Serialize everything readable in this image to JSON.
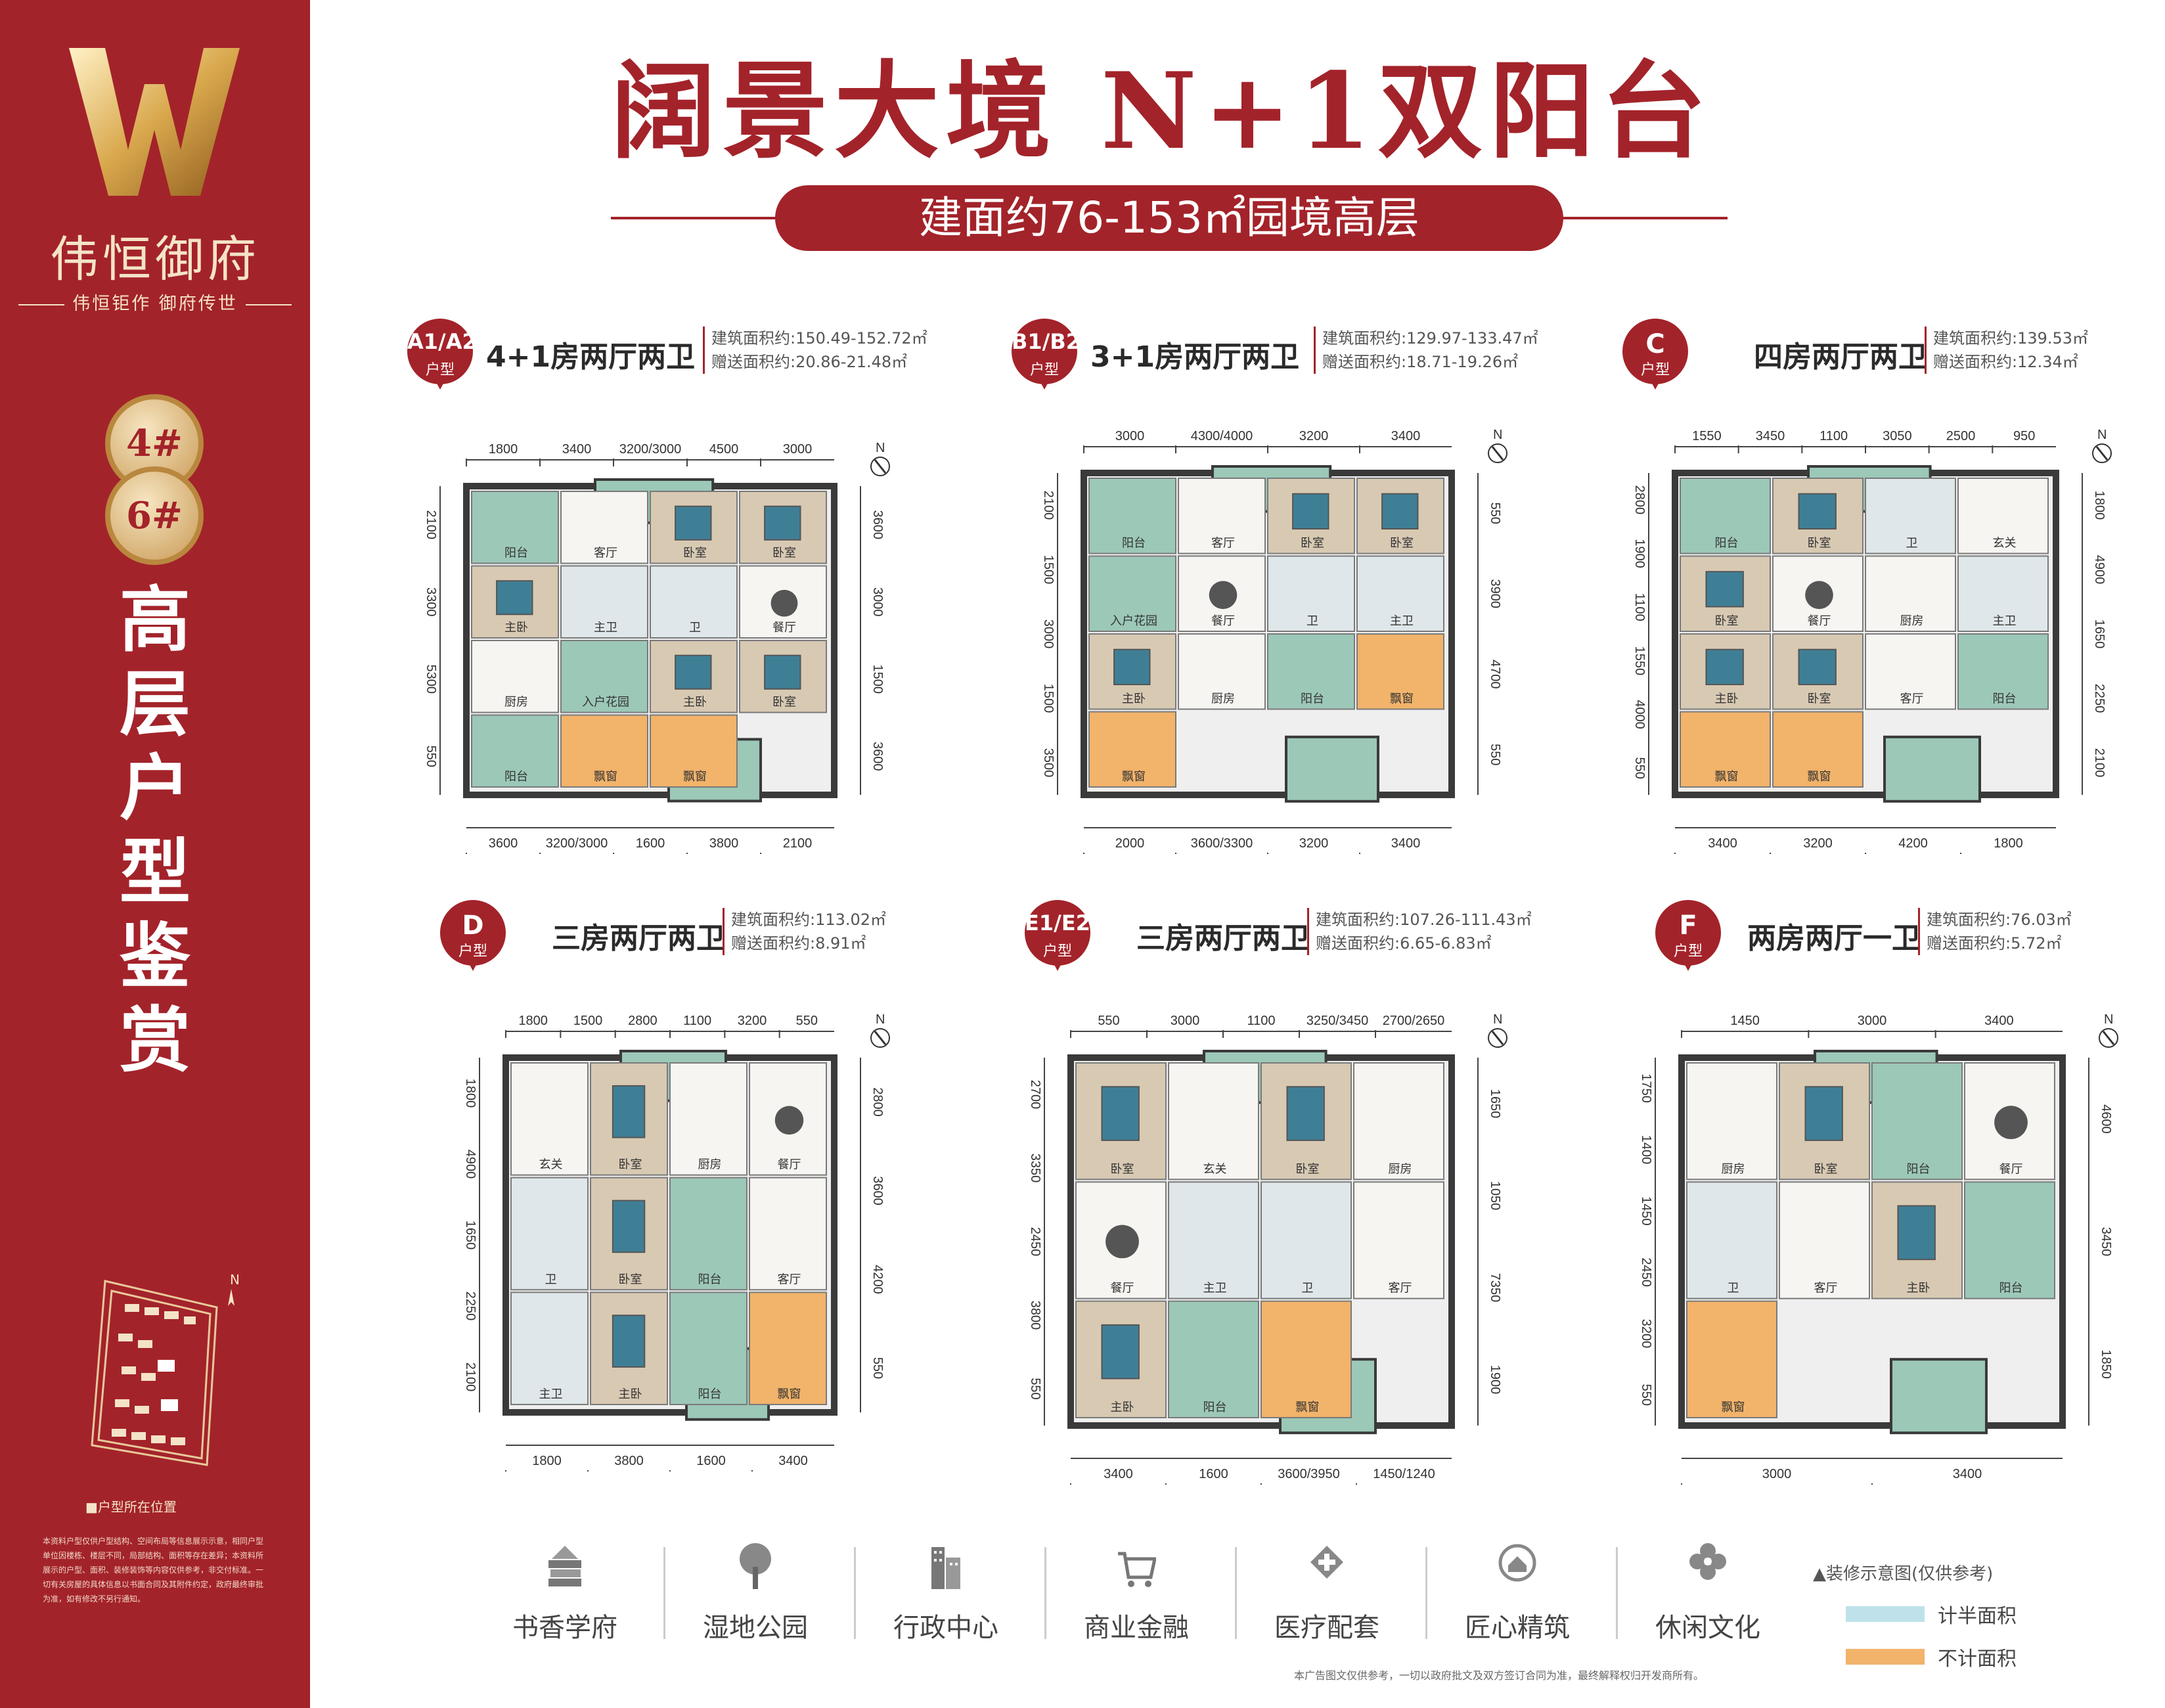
{
  "brand": {
    "logo_letter": "W",
    "name": "伟恒御府",
    "slogan": "伟恒钜作  御府传世"
  },
  "sidebar": {
    "building_a": "4#",
    "building_b": "6#",
    "vertical_title": [
      "高",
      "层",
      "户",
      "型",
      "鉴",
      "赏"
    ],
    "location_note": "■户型所在位置",
    "disclaimer": "本资料户型仅供户型结构、空间布局等信息展示示意，相同户型单位因楼栋、楼层不同，局部结构、面积等存在差异；本资料所展示的户型、面积、装修装饰等内容仅供参考，非交付标准。一切有关房屋的具体信息以书面合同及其附件约定，政府最终审批为准，如有修改不另行通知。"
  },
  "header": {
    "main_title": "阔景大境    N+1双阳台",
    "subtitle": "建面约76-153㎡园境高层"
  },
  "units": [
    {
      "code": "A1/A2",
      "sub": "户型",
      "title": "4+1房两厅两卫",
      "area_built": "建筑面积约:150.49-152.72㎡",
      "area_gift": "赠送面积约:20.86-21.48㎡",
      "dims_top": [
        "1800",
        "3400",
        "3200/3000",
        "4500",
        "3000"
      ],
      "dims_bottom": [
        "3600",
        "3200/3000",
        "1600",
        "3800",
        "2100"
      ],
      "dims_left": [
        "2100",
        "3300",
        "5300",
        "550"
      ],
      "dims_right": [
        "3600",
        "3000",
        "1500",
        "3600"
      ],
      "rooms": [
        "阳台",
        "客厅",
        "卧室",
        "卧室",
        "主卧",
        "主卫",
        "卫",
        "餐厅",
        "厨房",
        "入户花园",
        "主卧",
        "卧室",
        "阳台",
        "飘窗",
        "飘窗"
      ]
    },
    {
      "code": "B1/B2",
      "sub": "户型",
      "title": "3+1房两厅两卫",
      "area_built": "建筑面积约:129.97-133.47㎡",
      "area_gift": "赠送面积约:18.71-19.26㎡",
      "dims_top": [
        "3000",
        "4300/4000",
        "3200",
        "3400"
      ],
      "dims_bottom": [
        "2000",
        "3600/3300",
        "3200",
        "3400"
      ],
      "dims_left": [
        "2100",
        "1500",
        "3000",
        "1500",
        "3500"
      ],
      "dims_right": [
        "550",
        "3900",
        "4700",
        "550"
      ],
      "rooms": [
        "阳台",
        "客厅",
        "卧室",
        "卧室",
        "入户花园",
        "餐厅",
        "卫",
        "主卫",
        "主卧",
        "厨房",
        "阳台",
        "飘窗",
        "飘窗"
      ]
    },
    {
      "code": "C",
      "sub": "户型",
      "title": "四房两厅两卫",
      "area_built": "建筑面积约:139.53㎡",
      "area_gift": "赠送面积约:12.34㎡",
      "dims_top": [
        "1550",
        "3450",
        "1100",
        "3050",
        "2500",
        "950"
      ],
      "dims_bottom": [
        "3400",
        "3200",
        "4200",
        "1800"
      ],
      "dims_left": [
        "2800",
        "1900",
        "1100",
        "1550",
        "4000",
        "550"
      ],
      "dims_right": [
        "1800",
        "4900",
        "1650",
        "2250",
        "2100"
      ],
      "rooms": [
        "阳台",
        "卧室",
        "卫",
        "玄关",
        "卧室",
        "餐厅",
        "厨房",
        "主卫",
        "主卧",
        "卧室",
        "客厅",
        "阳台",
        "飘窗",
        "飘窗"
      ]
    },
    {
      "code": "D",
      "sub": "户型",
      "title": "三房两厅两卫",
      "area_built": "建筑面积约:113.02㎡",
      "area_gift": "赠送面积约:8.91㎡",
      "dims_top": [
        "1800",
        "1500",
        "2800",
        "1100",
        "3200",
        "550"
      ],
      "dims_bottom": [
        "1800",
        "3800",
        "1600",
        "3400"
      ],
      "dims_left": [
        "1800",
        "4900",
        "1650",
        "2250",
        "2100"
      ],
      "dims_right": [
        "2800",
        "3600",
        "4200",
        "550"
      ],
      "rooms": [
        "玄关",
        "卧室",
        "厨房",
        "餐厅",
        "卫",
        "卧室",
        "阳台",
        "客厅",
        "主卫",
        "主卧",
        "阳台",
        "飘窗"
      ]
    },
    {
      "code": "E1/E2",
      "sub": "户型",
      "title": "三房两厅两卫",
      "area_built": "建筑面积约:107.26-111.43㎡",
      "area_gift": "赠送面积约:6.65-6.83㎡",
      "dims_top": [
        "550",
        "3000",
        "1100",
        "3250/3450",
        "2700/2650"
      ],
      "dims_bottom": [
        "3400",
        "1600",
        "3600/3950",
        "1450/1240"
      ],
      "dims_left": [
        "2700",
        "3350",
        "2450",
        "3800",
        "550"
      ],
      "dims_right": [
        "1650",
        "1050",
        "7350",
        "1900"
      ],
      "rooms": [
        "卧室",
        "玄关",
        "卧室",
        "厨房",
        "餐厅",
        "主卫",
        "卫",
        "客厅",
        "主卧",
        "阳台",
        "飘窗"
      ]
    },
    {
      "code": "F",
      "sub": "户型",
      "title": "两房两厅一卫",
      "area_built": "建筑面积约:76.03㎡",
      "area_gift": "赠送面积约:5.72㎡",
      "dims_top": [
        "1450",
        "3000",
        "3400"
      ],
      "dims_bottom": [
        "3000",
        "3400"
      ],
      "dims_left": [
        "1750",
        "1400",
        "1450",
        "2450",
        "3200",
        "550"
      ],
      "dims_right": [
        "4600",
        "3450",
        "1850"
      ],
      "rooms": [
        "厨房",
        "卧室",
        "阳台",
        "餐厅",
        "卫",
        "客厅",
        "主卧",
        "阳台",
        "飘窗"
      ]
    }
  ],
  "compass_label": "N",
  "amenities": [
    {
      "label": "书香学府",
      "icon": "books-icon"
    },
    {
      "label": "湿地公园",
      "icon": "tree-icon"
    },
    {
      "label": "行政中心",
      "icon": "building-icon"
    },
    {
      "label": "商业金融",
      "icon": "cart-icon"
    },
    {
      "label": "医疗配套",
      "icon": "medical-cross-icon"
    },
    {
      "label": "匠心精筑",
      "icon": "house-badge-icon"
    },
    {
      "label": "休闲文化",
      "icon": "flower-icon"
    }
  ],
  "footnote": "本广告图文仅供参考，一切以政府批文及双方签订合同为准，最终解释权归开发商所有。",
  "legend": {
    "title": "▲装修示意图(仅供参考)",
    "half_area_label": "计半面积",
    "half_area_color": "#bfe2ea",
    "excluded_area_label": "不计面积",
    "excluded_area_color": "#f2b36a"
  },
  "colors": {
    "brand_red": "#a3232a",
    "gold": "#d9b074",
    "wall": "#3a3a3a",
    "plan_floor": "#efefef",
    "wood": "#d8c9b3",
    "greenery": "#9cc8b8"
  }
}
